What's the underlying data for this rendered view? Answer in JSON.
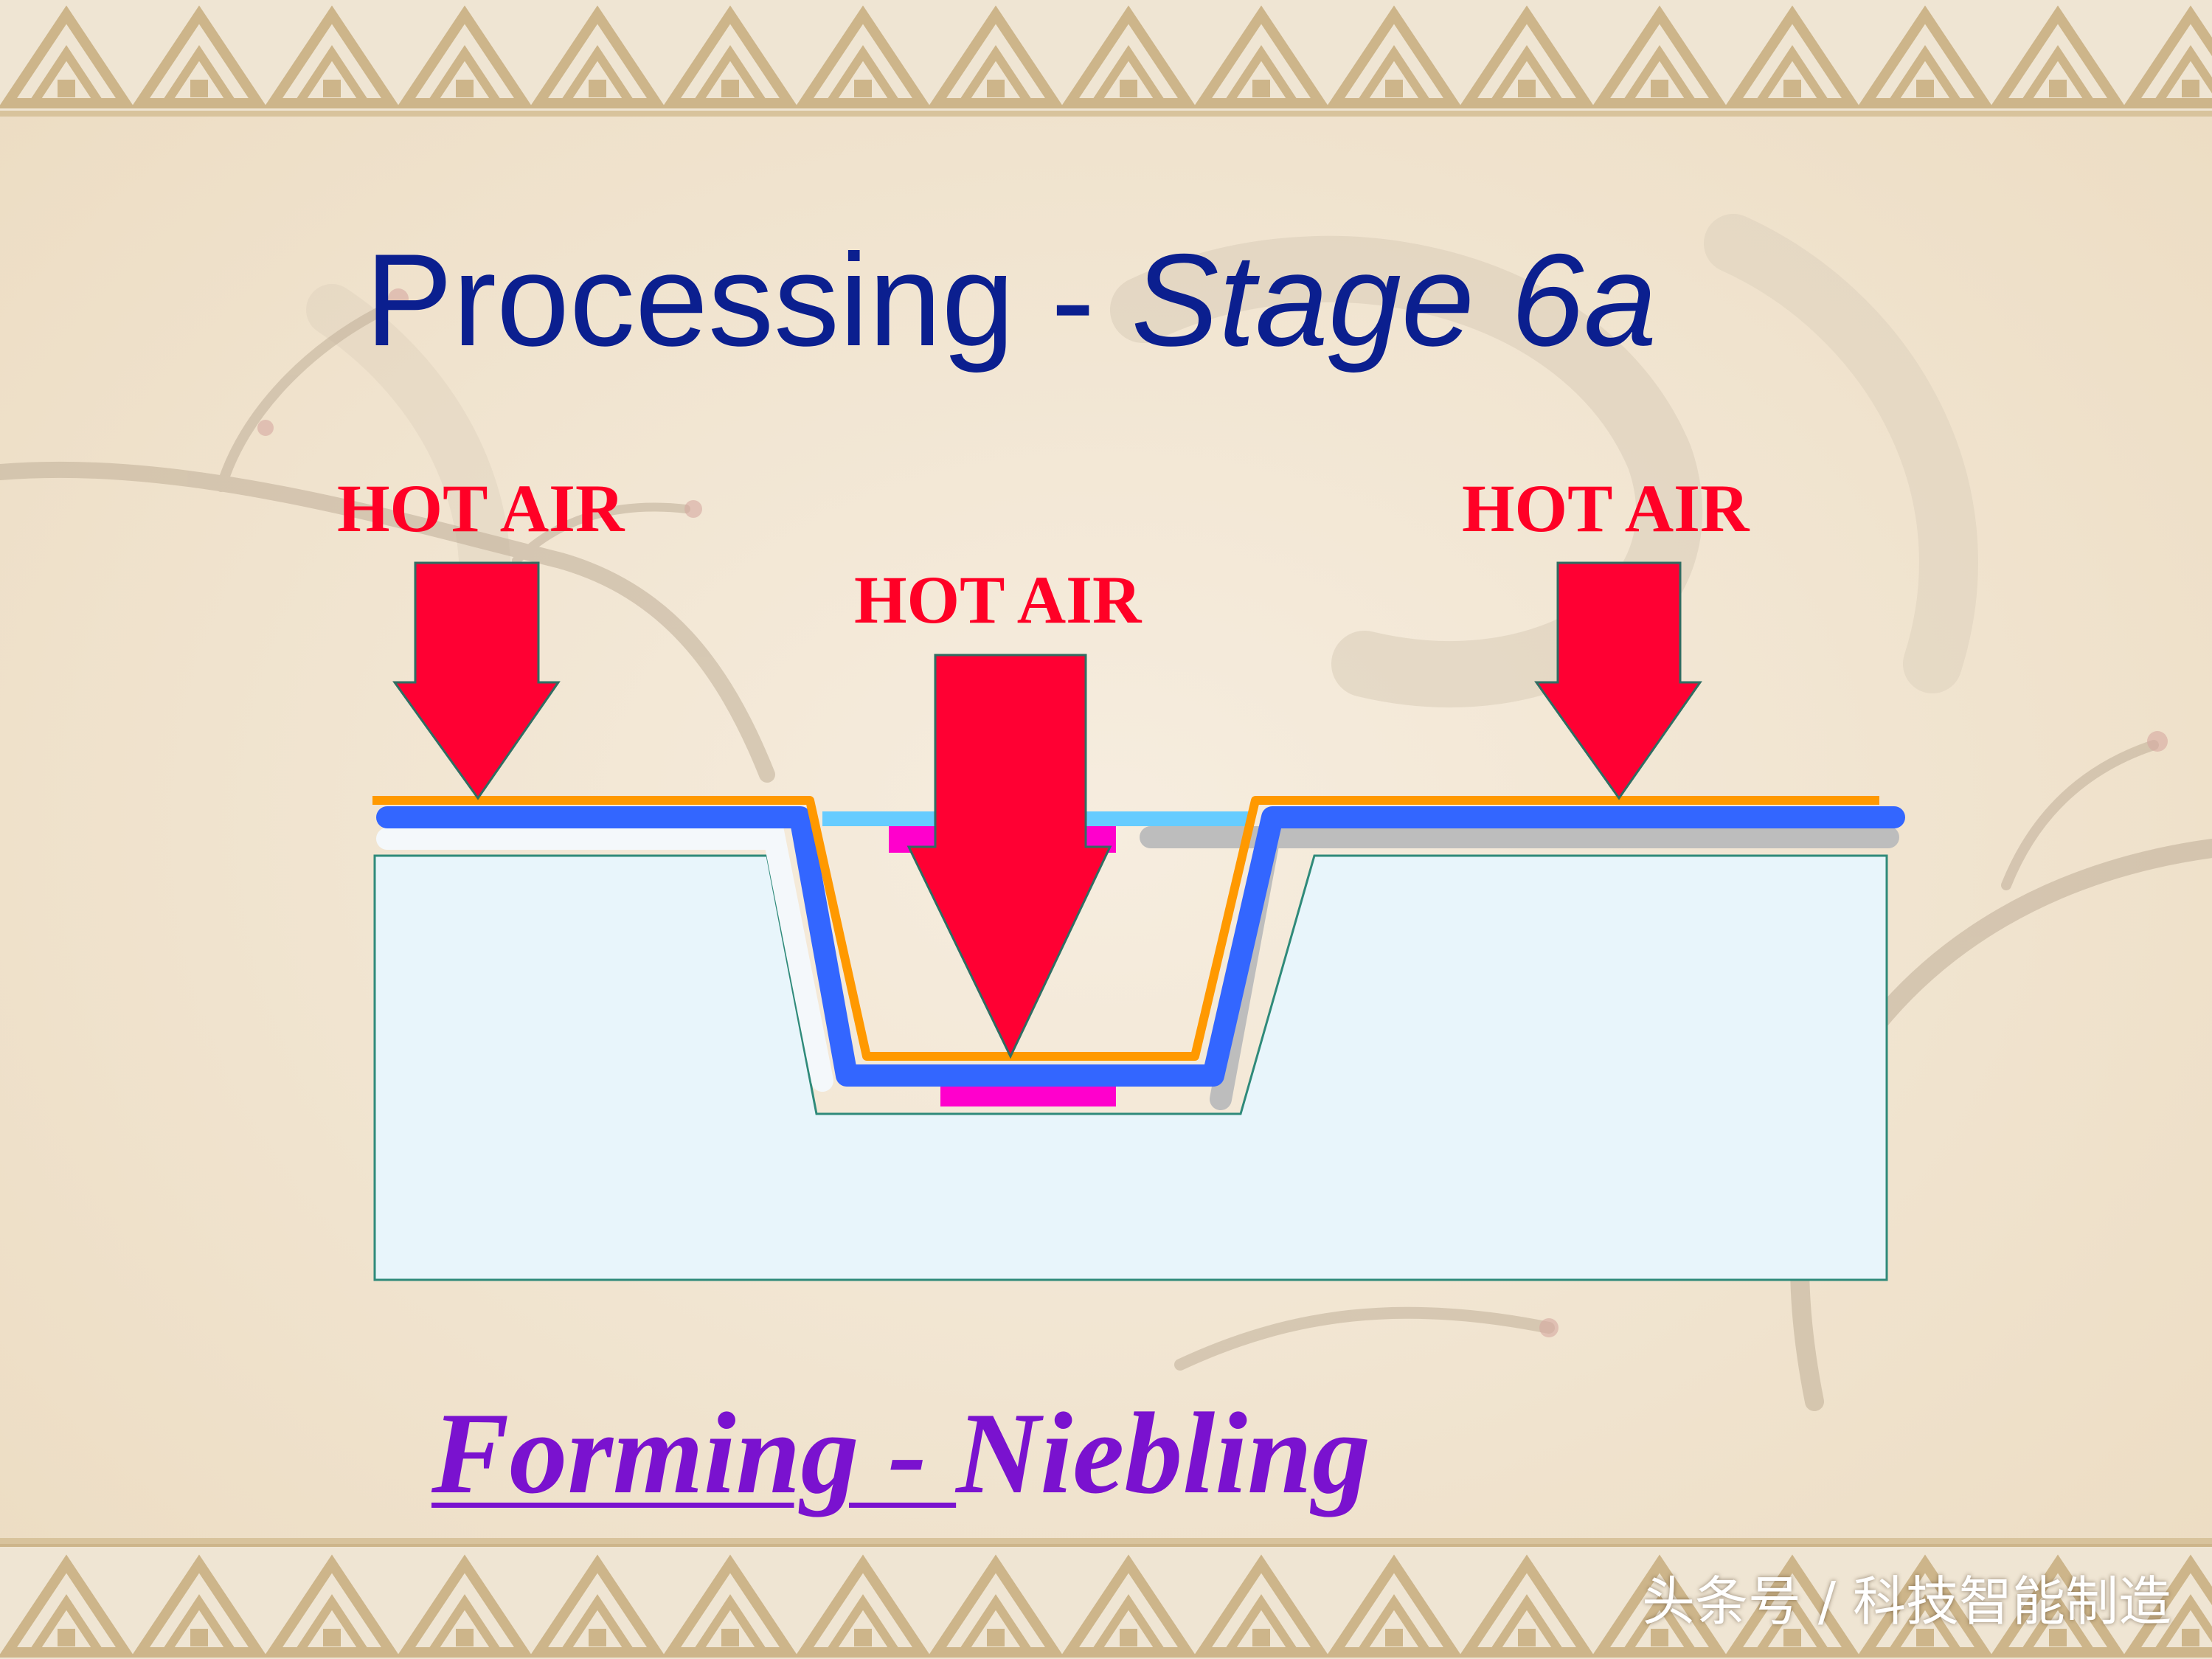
{
  "slide": {
    "title_main": "Processing - ",
    "title_italic": "Stage 6a",
    "labels": {
      "hot_air_left": "HOT AIR",
      "hot_air_center": "HOT AIR",
      "hot_air_right": "HOT AIR"
    },
    "subtitle_underlined": "Forming - ",
    "subtitle_rest": "Niebling",
    "watermark": "头条号 / 科技智能制造"
  },
  "colors": {
    "title": "#0b1f8f",
    "hot_air_text": "#ff0026",
    "arrow_fill": "#ff0033",
    "subtitle": "#7a12cf",
    "substrate": "#e8f5fb",
    "blue_layer": "#3366ff",
    "orange_layer": "#ff9900",
    "gray_layer": "#bdbdbd",
    "cyan_layer": "#66ccff",
    "magenta_layer": "#ff00cc",
    "border_tan": "#d8c39c"
  }
}
